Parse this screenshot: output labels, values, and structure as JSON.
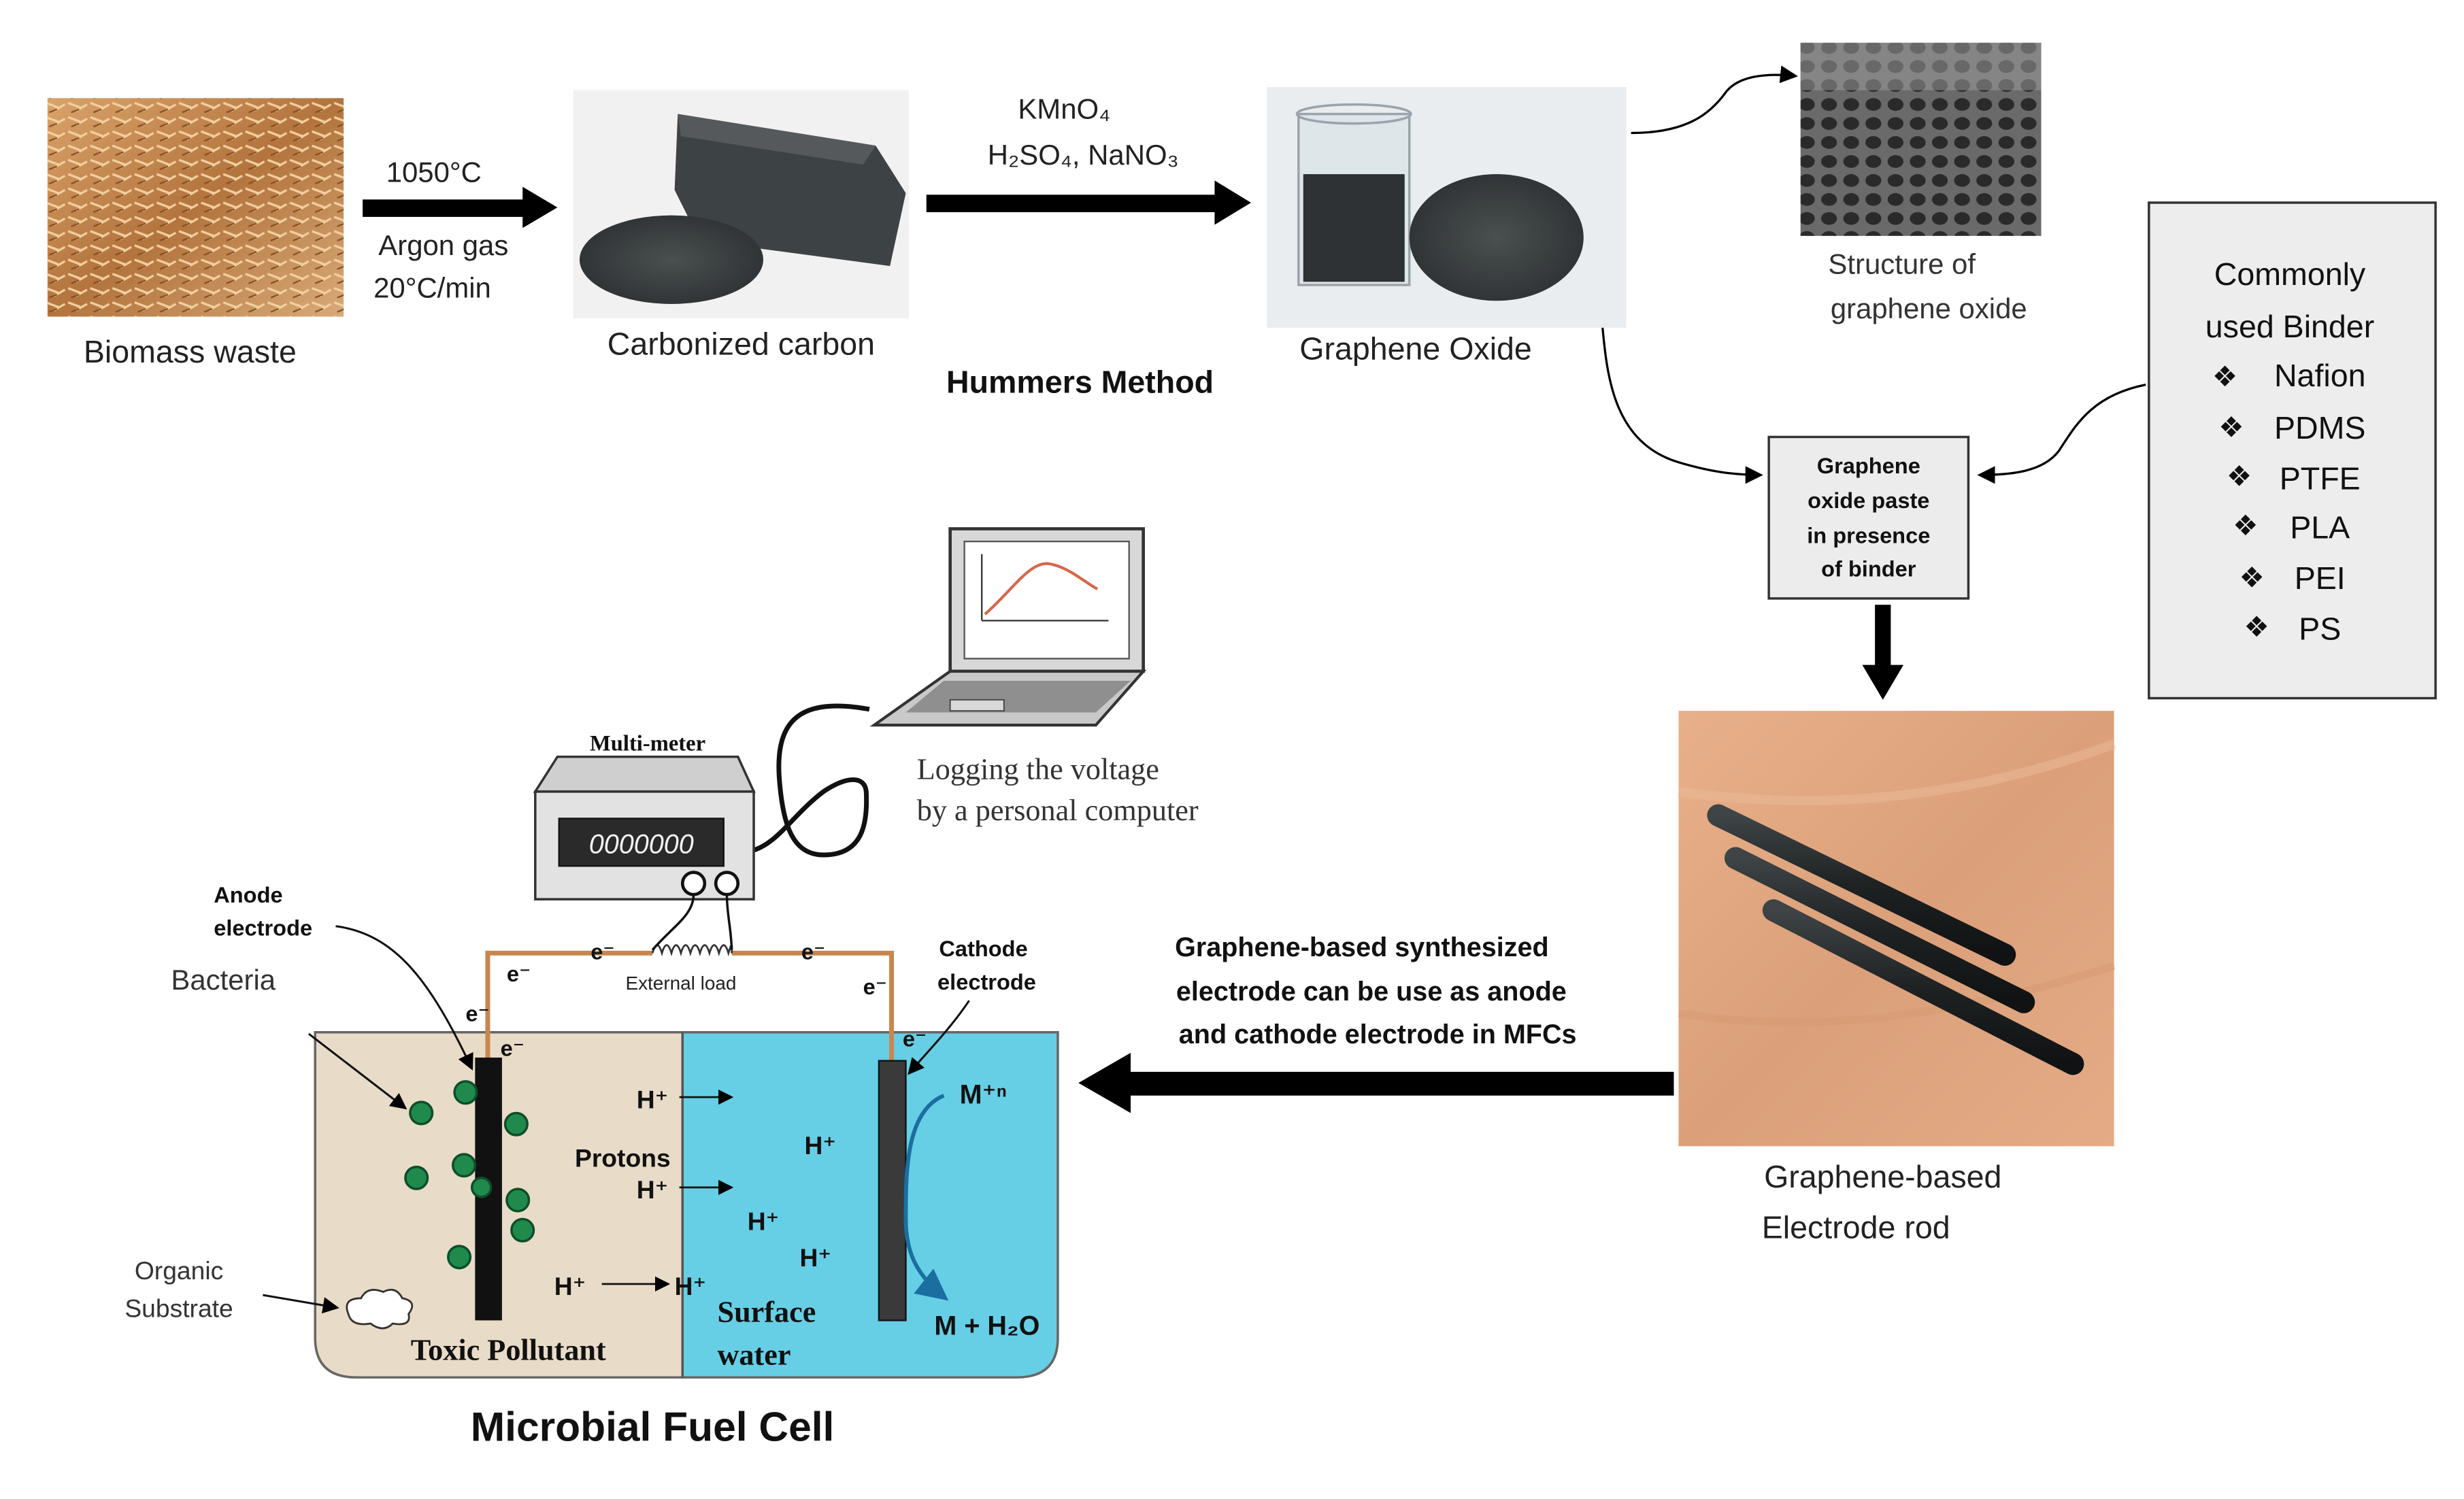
{
  "pipeline": {
    "biomass_label": "Biomass waste",
    "carbonization_conditions": [
      "1050°C",
      "Argon gas",
      "20°C/min"
    ],
    "carbonized_label": "Carbonized carbon",
    "hummers_reagents": [
      "KMnO₄",
      "H₂SO₄, NaNO₃"
    ],
    "hummers_label": "Hummers Method",
    "graphene_oxide_label": "Graphene Oxide",
    "structure_label": [
      "Structure of",
      "graphene oxide"
    ]
  },
  "binder_box": {
    "title": [
      "Commonly",
      "used Binder"
    ],
    "bullet": "❖",
    "items": [
      "Nafion",
      "PDMS",
      "PTFE",
      "PLA",
      "PEI",
      "PS"
    ]
  },
  "paste_box": {
    "lines": [
      "Graphene",
      "oxide paste",
      "in presence",
      "of binder"
    ]
  },
  "electrode_rod_label": [
    "Graphene-based",
    "Electrode rod"
  ],
  "mfc_arrow_text": [
    "Graphene-based synthesized",
    "electrode can be use as anode",
    "and cathode electrode in MFCs"
  ],
  "measurement": {
    "multimeter_label": "Multi-meter",
    "display_value": "0000000",
    "logging_text": [
      "Logging the voltage",
      "by a personal computer"
    ],
    "external_load_label": "External load"
  },
  "mfc": {
    "anode_label": [
      "Anode",
      "electrode"
    ],
    "cathode_label": [
      "Cathode",
      "electrode"
    ],
    "bacteria_label": "Bacteria",
    "organic_label": [
      "Organic",
      "Substrate"
    ],
    "electron": "e⁻",
    "proton": "H⁺",
    "protons_label": "Protons",
    "toxic_label": "Toxic Pollutant",
    "surface_water_label": [
      "Surface",
      "water"
    ],
    "metal_ion": "M⁺ⁿ",
    "metal_product": "M + H₂O",
    "title": "Microbial Fuel Cell"
  },
  "colors": {
    "anode_chamber": "#e8dcc8",
    "cathode_chamber": "#66cfe6",
    "wire": "#c8864e",
    "bacteria": "#1f8a4c",
    "binder_box_bg": "#ededed"
  }
}
